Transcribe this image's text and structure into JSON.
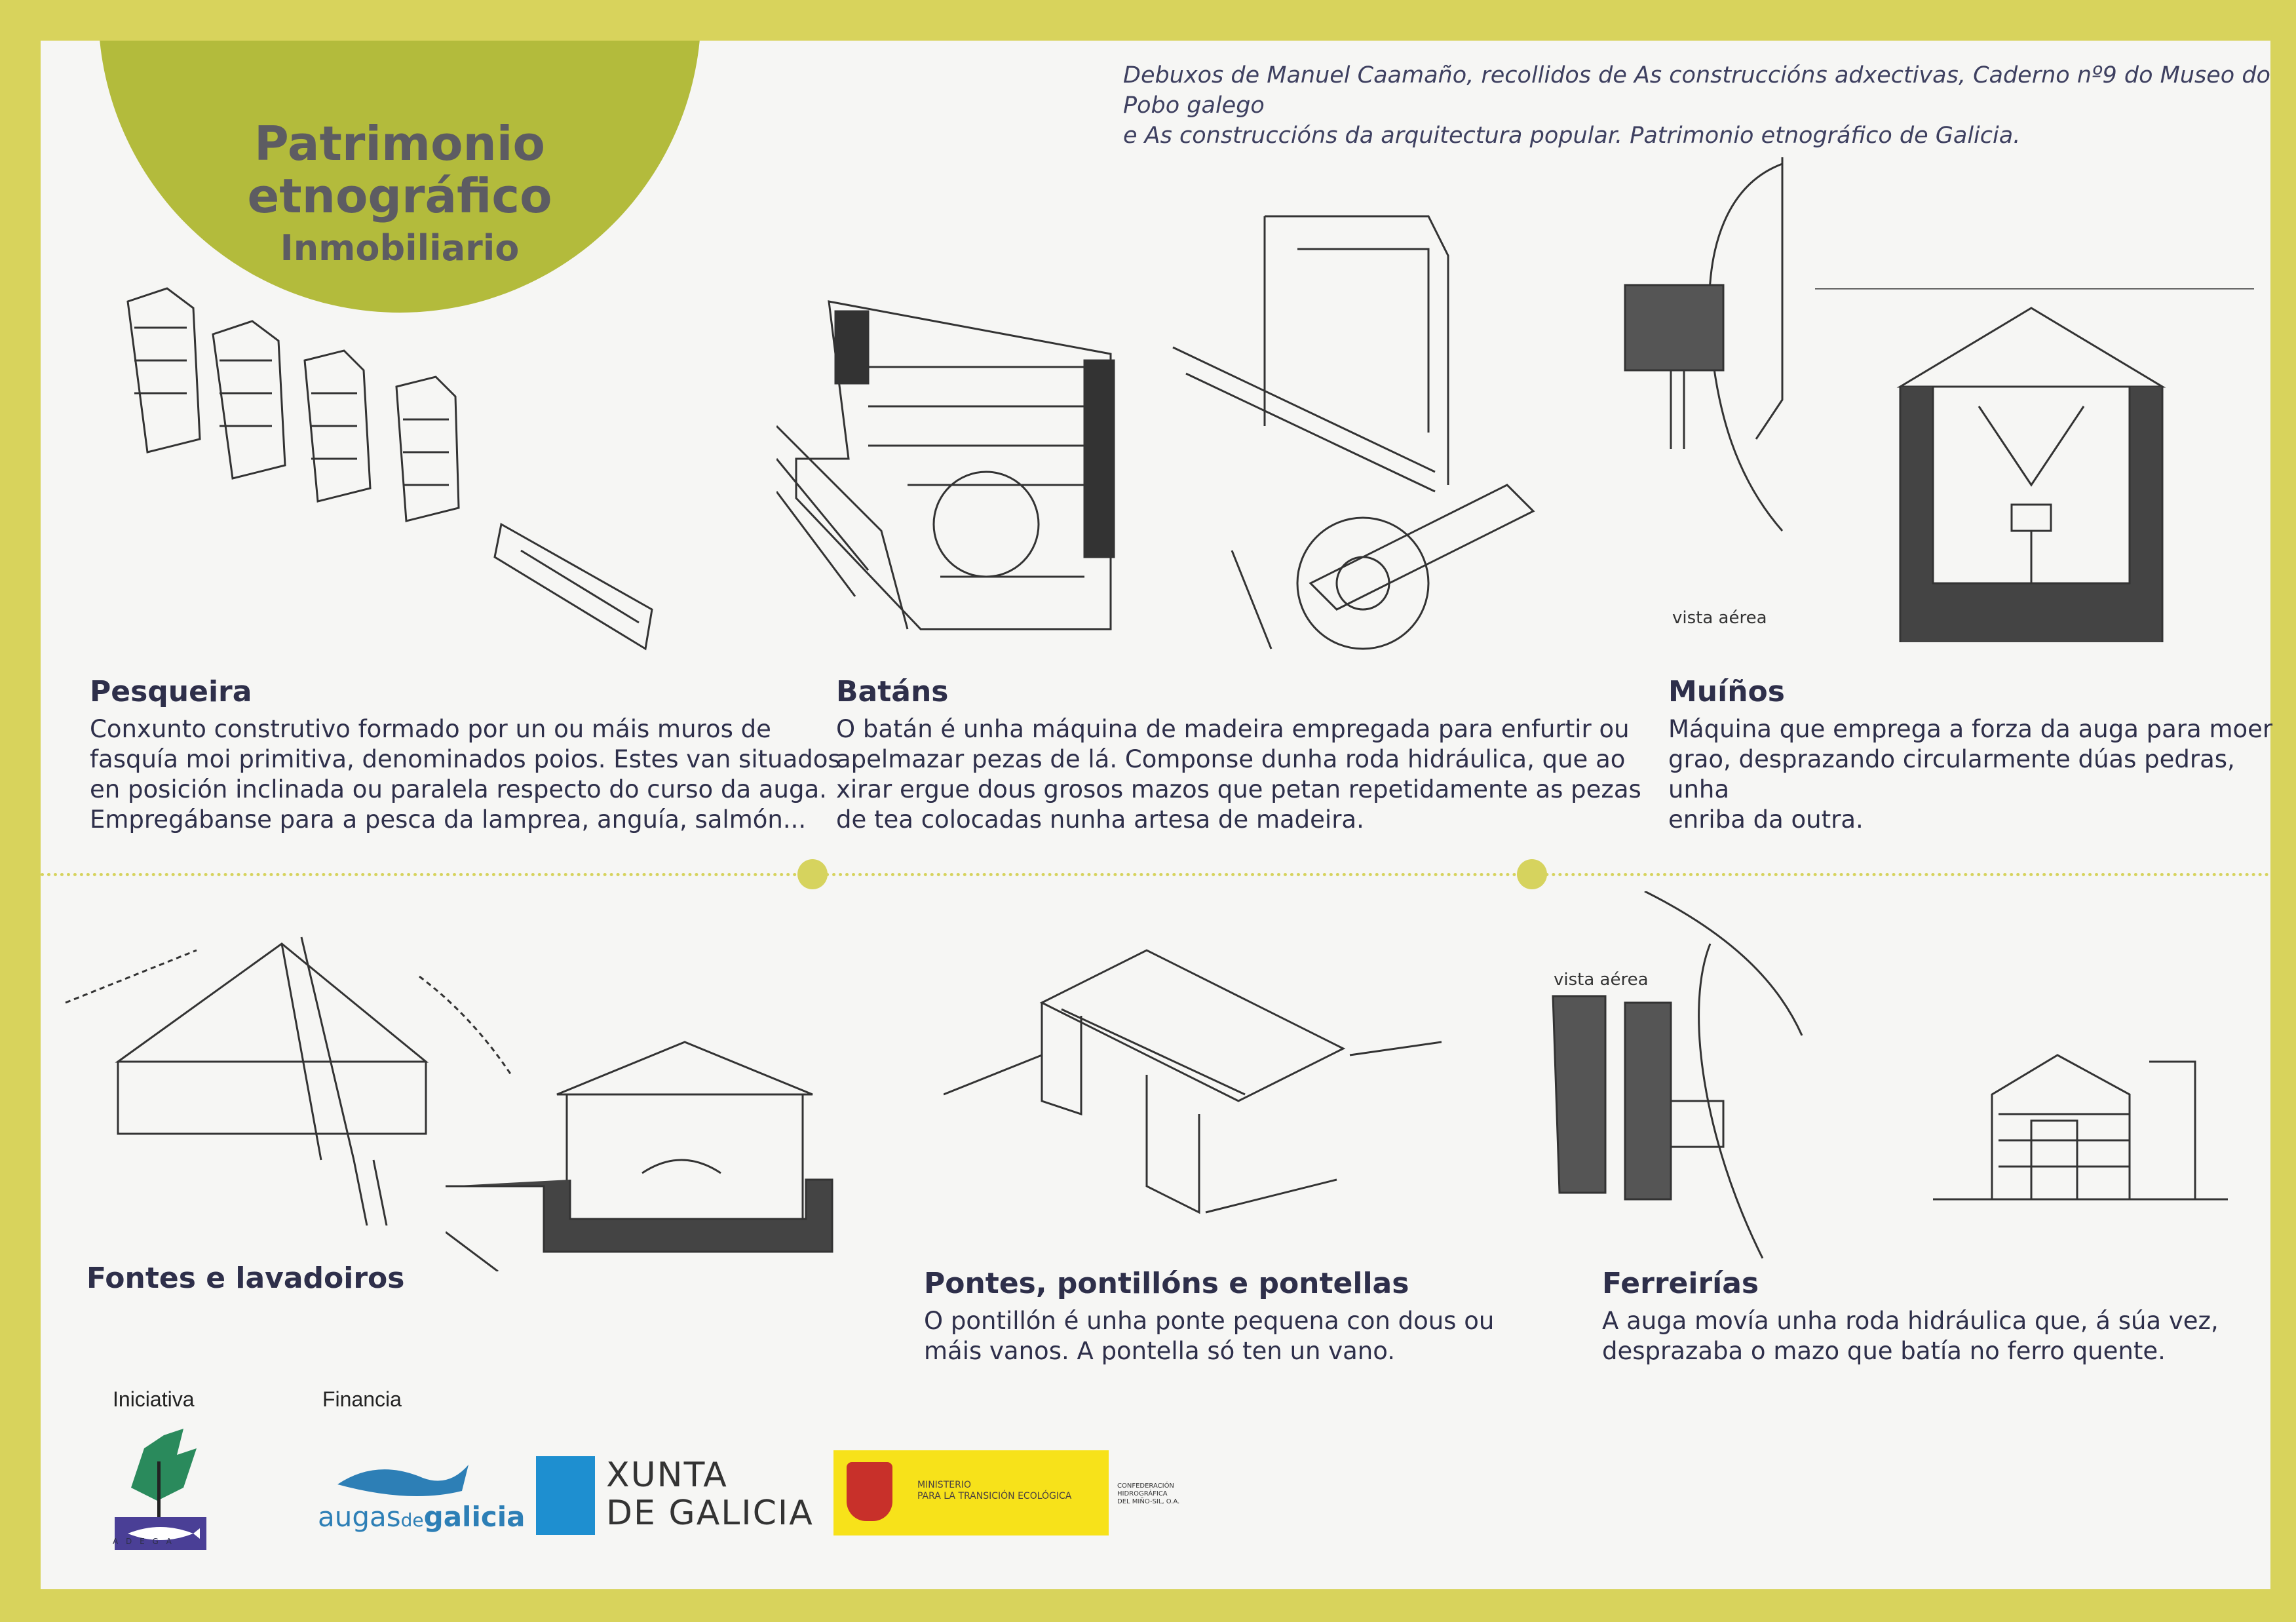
{
  "header": {
    "title_line1": "Patrimonio",
    "title_line2": "etnográfico",
    "title_line3": "Inmobiliario"
  },
  "credit": {
    "line1": "Debuxos de Manuel Caamaño, recollidos de As construccións adxectivas, Caderno nº9 do Museo do Pobo galego",
    "line2": "e As construccións da arquitectura popular. Patrimonio etnográfico de Galicia."
  },
  "sections": [
    {
      "heading": "Pesqueira",
      "body": [
        "Conxunto construtivo formado por un ou máis muros de",
        "fasquía moi primitiva, denominados poios. Estes van situados",
        "en posición inclinada ou paralela respecto do curso da auga.",
        "Empregábanse para a pesca da lamprea, anguía, salmón..."
      ]
    },
    {
      "heading": "Batáns",
      "body": [
        "O batán é unha máquina de madeira empregada para enfurtir ou",
        "apelmazar pezas de lá. Componse dunha roda hidráulica, que ao",
        "xirar ergue dous grosos mazos que petan repetidamente as pezas",
        "de tea colocadas nunha artesa de madeira."
      ]
    },
    {
      "heading": "Muíños",
      "body": [
        "Máquina que emprega a forza da auga para moer",
        "grao, desprazando circularmente dúas pedras, unha",
        "enriba da outra."
      ],
      "caption": "vista aérea"
    },
    {
      "heading": "Fontes e lavadoiros",
      "body": []
    },
    {
      "heading": "Pontes, pontillóns e pontellas",
      "body": [
        "O pontillón é unha ponte pequena con dous ou",
        "máis vanos. A pontella só ten un vano."
      ]
    },
    {
      "heading": "Ferreirías",
      "body": [
        "A auga movía unha roda  hidráulica que, á súa vez,",
        "desprazaba o mazo que batía no ferro quente."
      ],
      "caption": "vista aérea"
    }
  ],
  "footer": {
    "iniciativa_label": "Iniciativa",
    "financia_label": "Financia",
    "adega_logo": "A D E G A",
    "augas_logo": {
      "part1": "augas",
      "part2": "de",
      "part3": "galicia"
    },
    "xunta_logo": {
      "line1": "XUNTA",
      "line2": "DE GALICIA"
    },
    "ministerio": {
      "line1": "MINISTERIO",
      "line2": "PARA LA TRANSICIÓN ECOLÓGICA"
    },
    "confederacion": {
      "line1": "CONFEDERACIÓN",
      "line2": "HIDROGRÁFICA",
      "line3": "DEL MIÑO-SIL, O.A."
    }
  },
  "colors": {
    "border": "#d8d35c",
    "circle": "#b3bb3c",
    "text": "#2e2f4a",
    "dots": "#d6d35e"
  }
}
